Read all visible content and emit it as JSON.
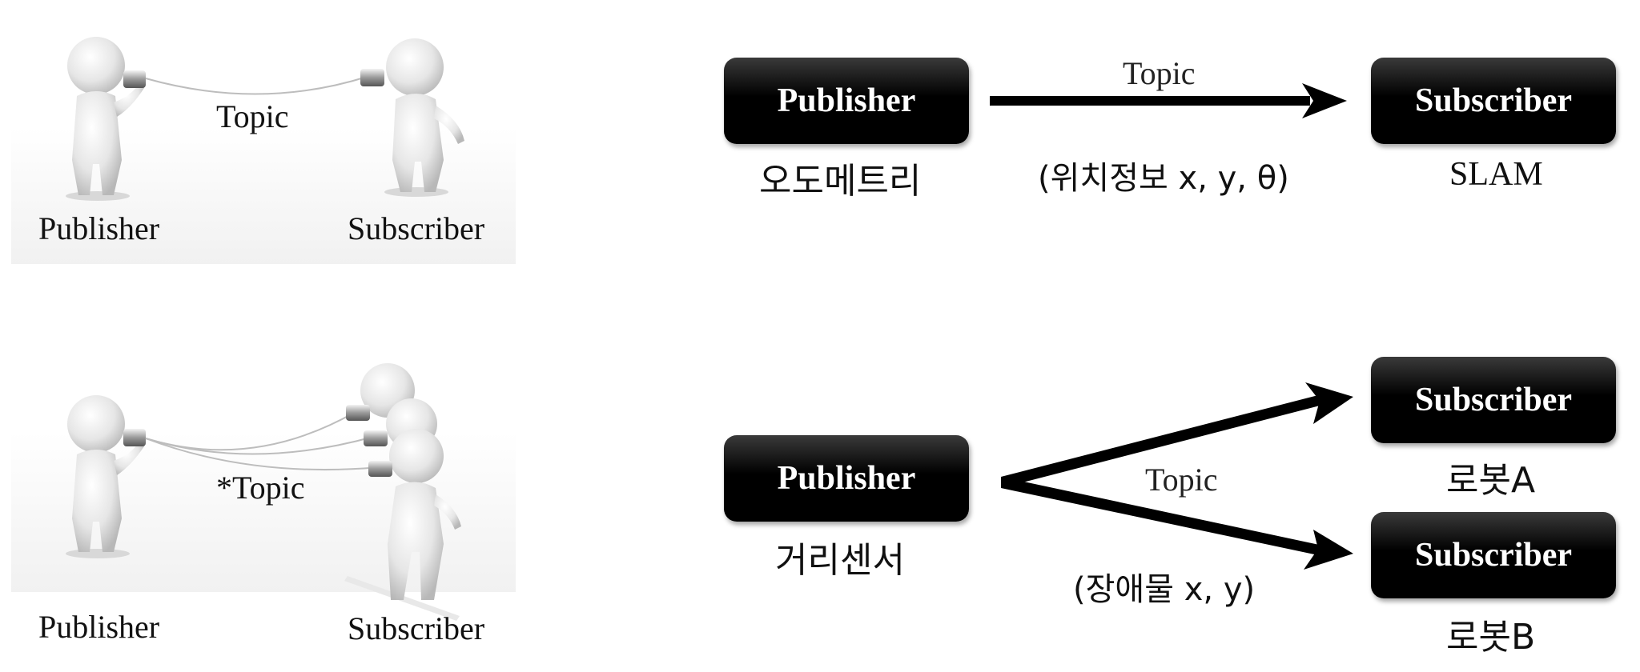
{
  "illustrations": {
    "top": {
      "topic": "Topic",
      "publisher": "Publisher",
      "subscriber": "Subscriber"
    },
    "bottom": {
      "topic": "*Topic",
      "publisher": "Publisher",
      "subscriber": "Subscriber"
    }
  },
  "diagram_top": {
    "publisher_box": "Publisher",
    "publisher_name": "오도메트리",
    "topic": "Topic",
    "message": "(위치정보 x, y, θ)",
    "subscriber_box": "Subscriber",
    "subscriber_name": "SLAM"
  },
  "diagram_bottom": {
    "publisher_box": "Publisher",
    "publisher_name": "거리센서",
    "topic": "Topic",
    "message": "(장애물 x, y)",
    "subscriber_a_box": "Subscriber",
    "subscriber_a_name": "로봇A",
    "subscriber_b_box": "Subscriber",
    "subscriber_b_name": "로봇B"
  }
}
